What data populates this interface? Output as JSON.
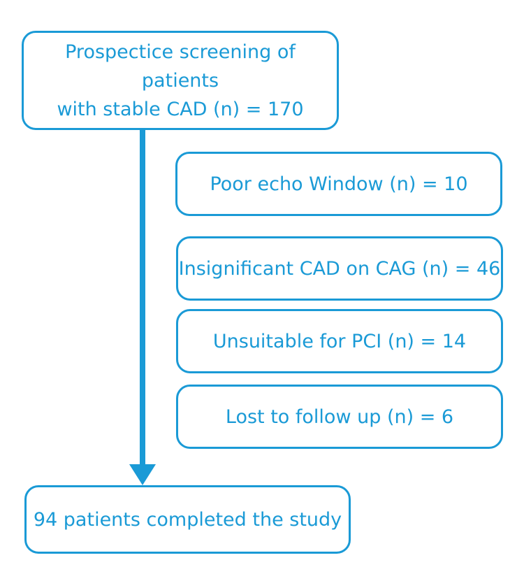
{
  "colors": {
    "accent": "#1a9ad6",
    "background": "#ffffff"
  },
  "flowchart": {
    "start": {
      "line1": "Prospectice screening of patients",
      "line2": "with stable CAD (n) = 170"
    },
    "exclusions": [
      {
        "label": "Poor echo Window (n) = 10"
      },
      {
        "label": "Insignificant CAD on CAG (n) = 46"
      },
      {
        "label": "Unsuitable for PCI (n) = 14"
      },
      {
        "label": "Lost to follow up (n) = 6"
      }
    ],
    "end": {
      "label": "94 patients completed the study"
    }
  }
}
